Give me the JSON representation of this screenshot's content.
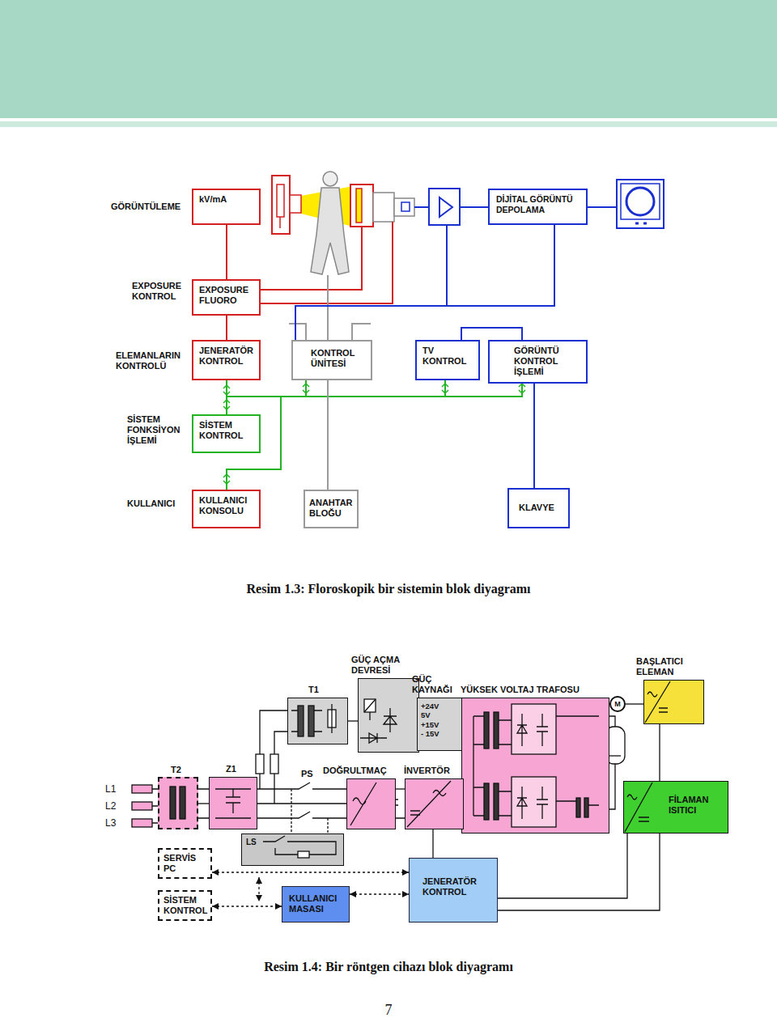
{
  "diagram": {
    "caption": "Resim 1.3: Floroskopik bir sistemin blok diyagramı",
    "nodes": [
      {
        "text": [
          "kV/mA"
        ]
      },
      {
        "text": [
          "DİJİTAL GÖRÜNTÜ DEPOLAMA"
        ]
      },
      {
        "text": [
          "EXPOSURE FLUORO"
        ]
      },
      {
        "text": [
          "JENERATÖR KONTROL"
        ]
      },
      {
        "text": [
          "KONTROL ÜNİTESİ"
        ]
      },
      {
        "text": [
          "TV KONTROL"
        ]
      },
      {
        "text": [
          "GÖRÜNTÜ KONTROL İŞLEMİ"
        ]
      },
      {
        "text": [
          "SİSTEM KONTROL"
        ]
      },
      {
        "text": [
          "KULLANICI KONSOLU"
        ]
      },
      {
        "text": [
          "ANAHTAR BLOĞU"
        ]
      },
      {
        "text": [
          "KLAVYE"
        ]
      },
      {
        "text": [
          "T1"
        ]
      },
      {
        "text": [
          "GÜÇ AÇMA DEVRESİ"
        ]
      },
      {
        "text": [
          "GÜÇ KAYNAĞI",
          "+24V",
          "5V",
          "+15V",
          "- 15V"
        ]
      },
      {
        "text": [
          "YÜKSEK VOLTAJ TRAFOSU"
        ]
      },
      {
        "text": [
          "BAŞLATICI ELEMAN"
        ]
      },
      {
        "text": [
          "M"
        ]
      },
      {
        "text": [
          "T2"
        ]
      },
      {
        "text": [
          "Z1"
        ]
      },
      {
        "text": [
          "DOĞRULTMAÇ"
        ]
      },
      {
        "text": [
          "İNVERTÖR"
        ]
      },
      {
        "text": [
          "LS"
        ]
      },
      {
        "text": [
          "FİLAMAN ISITICI"
        ]
      },
      {
        "text": [
          "SERVİS PC"
        ]
      },
      {
        "text": [
          "SİSTEM KONTROL"
        ]
      },
      {
        "text": [
          "KULLANICI MASASI"
        ]
      },
      {
        "text": [
          "JENERATÖR KONTROL"
        ]
      }
    ],
    "edges": [
      {
        "from": 0,
        "to": 2,
        "arrow": "none"
      },
      {
        "from": 2,
        "to": 3,
        "arrow": "none"
      },
      {
        "from": 3,
        "to": 7,
        "arrow": "none"
      },
      {
        "from": 3,
        "to": 4,
        "arrow": "none"
      },
      {
        "from": 3,
        "to": 5,
        "arrow": "none"
      },
      {
        "from": 3,
        "to": 6,
        "arrow": "none"
      },
      {
        "from": 3,
        "to": 8,
        "arrow": "none"
      },
      {
        "from": 1,
        "to": 4,
        "arrow": "none"
      },
      {
        "from": 5,
        "to": 6,
        "arrow": "none"
      },
      {
        "from": 6,
        "to": 10,
        "arrow": "none"
      },
      {
        "from": 4,
        "to": 9,
        "arrow": "none"
      },
      {
        "from": 17,
        "to": 18,
        "arrow": "none"
      },
      {
        "from": 18,
        "to": 19,
        "arrow": "none"
      },
      {
        "from": 19,
        "to": 20,
        "arrow": "none"
      },
      {
        "from": 20,
        "to": 14,
        "arrow": "none"
      },
      {
        "from": 11,
        "to": 12,
        "arrow": "none"
      },
      {
        "from": 12,
        "to": 13,
        "arrow": "none"
      },
      {
        "from": 15,
        "to": 16,
        "arrow": "none"
      },
      {
        "from": 26,
        "to": 20,
        "arrow": "none"
      },
      {
        "from": 26,
        "to": 22,
        "arrow": "none"
      },
      {
        "from": 26,
        "to": 15,
        "arrow": "none"
      },
      {
        "from": 23,
        "to": 26,
        "arrow": "both"
      },
      {
        "from": 24,
        "to": 25,
        "arrow": "both"
      },
      {
        "from": 25,
        "to": 26,
        "arrow": "both"
      }
    ],
    "labels": [
      "GÖRÜNTÜLEME",
      "EXPOSURE KONTROL",
      "ELEMANLARIN KONTROLÜ",
      "SİSTEM FONKSİYON İŞLEMİ",
      "KULLANICI",
      "PS",
      "L1",
      "L2",
      "L3",
      "Resim 1.4: Bir röntgen cihazı blok diyagramı",
      "7"
    ]
  }
}
